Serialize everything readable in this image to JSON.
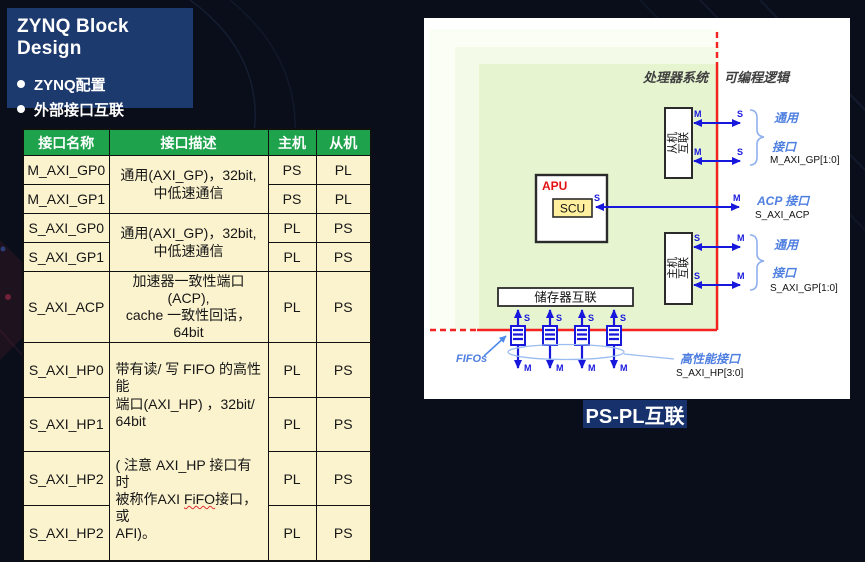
{
  "slide": {
    "title": "ZYNQ Block Design",
    "bullets": [
      "ZYNQ配置",
      "外部接口互联"
    ],
    "caption": "PS-PL互联"
  },
  "colors": {
    "accent_navy": "#1d3a6e",
    "table_header_green": "#1fa24c",
    "table_cell_yellow": "#fbf3ce",
    "arrow_blue": "#1818dd",
    "label_blue": "#4f7fe0",
    "boundary_red": "#f52222",
    "ps_green": "#e6f4d0"
  },
  "table": {
    "headers": [
      "接口名称",
      "接口描述",
      "主机",
      "从机"
    ],
    "rows": [
      {
        "name": "M_AXI_GP0",
        "master": "PS",
        "slave": "PL"
      },
      {
        "name": "M_AXI_GP1",
        "master": "PS",
        "slave": "PL"
      },
      {
        "name": "S_AXI_GP0",
        "master": "PL",
        "slave": "PS"
      },
      {
        "name": "S_AXI_GP1",
        "master": "PL",
        "slave": "PS"
      },
      {
        "name": "S_AXI_ACP",
        "master": "PL",
        "slave": "PS"
      },
      {
        "name": "S_AXI_HP0",
        "master": "PL",
        "slave": "PS"
      },
      {
        "name": "S_AXI_HP1",
        "master": "PL",
        "slave": "PS"
      },
      {
        "name": "S_AXI_HP2",
        "master": "PL",
        "slave": "PS"
      },
      {
        "name": "S_AXI_HP2",
        "master": "PL",
        "slave": "PS"
      }
    ],
    "descriptions": {
      "gp_m": "通用(AXI_GP)，32bit,\n中低速通信",
      "gp_s": "通用(AXI_GP)，32bit,\n中低速通信",
      "acp": "加速器一致性端口 (ACP),\ncache 一致性回话，64bit",
      "hp_main": "带有读/ 写 FIFO 的高性能\n端口(AXI_HP) ，32bit/\n64bit",
      "hp_note_1": "( 注意 AXI_HP 接口有时\n被称作AXI ",
      "hp_note_fifo": "FiFO",
      "hp_note_2": "接口，或\nAFI)。"
    }
  },
  "diagram": {
    "ps_label": "处理器系统",
    "pl_label": "可编程逻辑",
    "apu": "APU",
    "scu": "SCU",
    "slave_ic_line1": "从机",
    "slave_ic_line2": "互联",
    "master_ic_line1": "主机",
    "master_ic_line2": "互联",
    "memory_ic": "储存器互联",
    "fifos": "FIFOs",
    "m": "M",
    "s": "S",
    "gp_top": {
      "label1": "通用",
      "label2": "接口",
      "signal": "M_AXI_GP[1:0]"
    },
    "acp": {
      "label": "ACP 接口",
      "signal": "S_AXI_ACP"
    },
    "gp_bottom": {
      "label1": "通用",
      "label2": "接口",
      "signal": "S_AXI_GP[1:0]"
    },
    "hp": {
      "label": "高性能接口",
      "signal": "S_AXI_HP[3:0]"
    }
  }
}
